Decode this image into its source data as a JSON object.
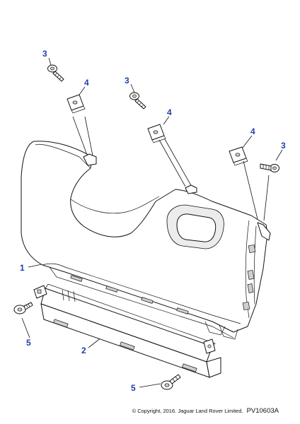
{
  "callouts": {
    "screw_top_left": "3",
    "clip_top_left": "4",
    "screw_top_middle": "3",
    "clip_middle": "4",
    "clip_right": "4",
    "screw_right": "3",
    "panel": "1",
    "bracket": "2",
    "bolt_left": "5",
    "bolt_bottom": "5"
  },
  "footer": {
    "copyright": "© Copyright, 2016. Jaguar Land Rover Limited.",
    "reference": "PV10603A"
  },
  "colors": {
    "callout": "#1f3fae",
    "line": "#111111"
  }
}
